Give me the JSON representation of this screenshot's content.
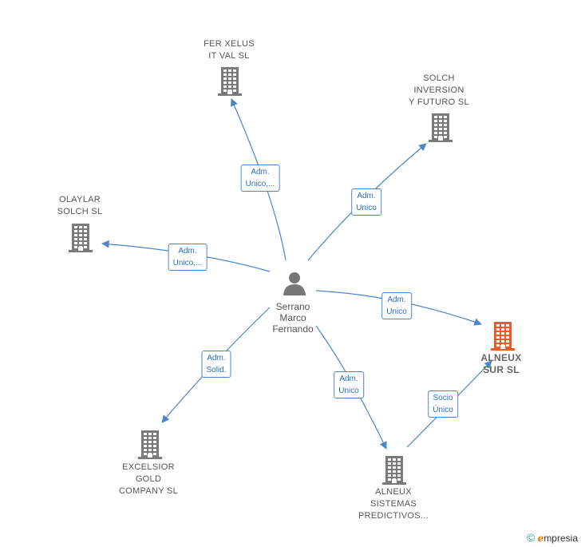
{
  "colors": {
    "edge": "#4a86c8",
    "company": "#7a7a7a",
    "focus": "#f05a28",
    "person": "#777777"
  },
  "person": {
    "name": "Serrano\nMarco\nFernando",
    "icon": "person-icon"
  },
  "companies": [
    {
      "id": "fer-xelus",
      "name": "FER XELUS\nIT VAL  SL",
      "icon": "building-icon",
      "focus": false
    },
    {
      "id": "solch-inversion",
      "name": "SOLCH\nINVERSION\nY FUTURO  SL",
      "icon": "building-icon",
      "focus": false
    },
    {
      "id": "olaylar-solch",
      "name": "OLAYLAR\nSOLCH  SL",
      "icon": "building-icon",
      "focus": false
    },
    {
      "id": "alneux-sur",
      "name": "ALNEUX\nSUR  SL",
      "icon": "building-icon",
      "focus": true
    },
    {
      "id": "excelsior-gold",
      "name": "EXCELSIOR\nGOLD\nCOMPANY  SL",
      "icon": "building-icon",
      "focus": false
    },
    {
      "id": "alneux-sistemas",
      "name": "ALNEUX\nSISTEMAS\nPREDICTIVOS...",
      "icon": "building-icon",
      "focus": false
    }
  ],
  "edges": [
    {
      "from": "person",
      "to": "fer-xelus",
      "label": "Adm.\nUnico,..."
    },
    {
      "from": "person",
      "to": "solch-inversion",
      "label": "Adm.\nUnico"
    },
    {
      "from": "person",
      "to": "olaylar-solch",
      "label": "Adm.\nUnico,..."
    },
    {
      "from": "person",
      "to": "alneux-sur",
      "label": "Adm.\nUnico"
    },
    {
      "from": "person",
      "to": "excelsior-gold",
      "label": "Adm.\nSolid."
    },
    {
      "from": "person",
      "to": "alneux-sistemas",
      "label": "Adm.\nUnico"
    },
    {
      "from": "alneux-sistemas",
      "to": "alneux-sur",
      "label": "Socio\nÚnico"
    }
  ],
  "brand": {
    "copyright": "©",
    "name": "mpresia",
    "initial": "e"
  }
}
